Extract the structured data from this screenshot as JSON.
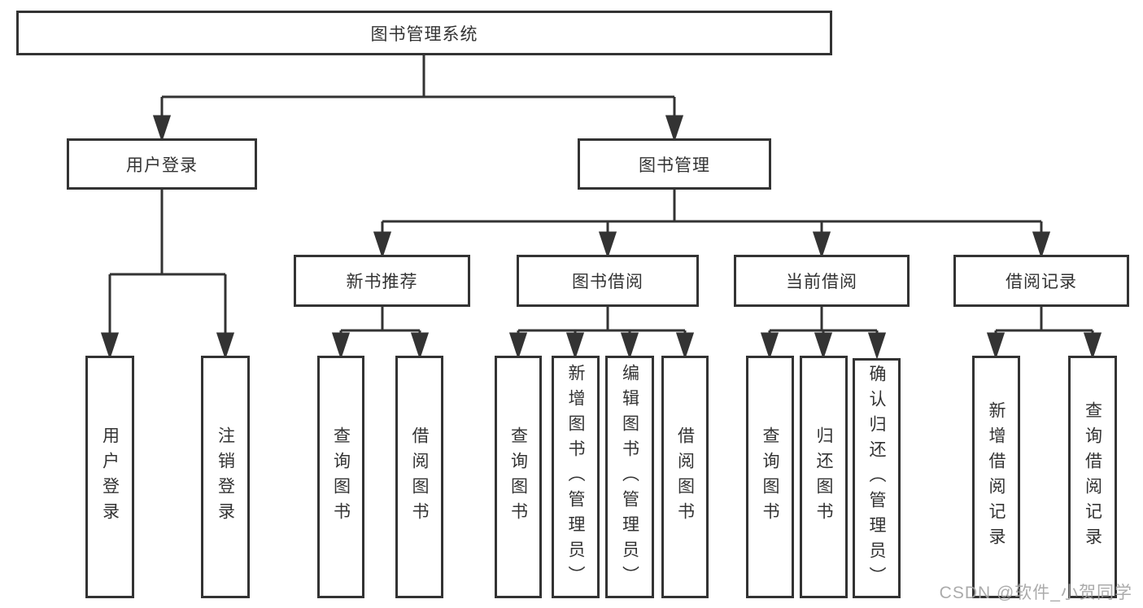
{
  "tree": {
    "label": "图书管理系统",
    "children": [
      {
        "label": "用户登录",
        "children": [
          {
            "label": "用户登录"
          },
          {
            "label": "注销登录"
          }
        ]
      },
      {
        "label": "图书管理",
        "children": [
          {
            "label": "新书推荐",
            "children": [
              {
                "label": "查询图书"
              },
              {
                "label": "借阅图书"
              }
            ]
          },
          {
            "label": "图书借阅",
            "children": [
              {
                "label": "查询图书"
              },
              {
                "label": "新增图书（管理员）"
              },
              {
                "label": "编辑图书（管理员）"
              },
              {
                "label": "借阅图书"
              }
            ]
          },
          {
            "label": "当前借阅",
            "children": [
              {
                "label": "查询图书"
              },
              {
                "label": "归还图书"
              },
              {
                "label": "确认归还（管理员）"
              }
            ]
          },
          {
            "label": "借阅记录",
            "children": [
              {
                "label": "新增借阅记录"
              },
              {
                "label": "查询借阅记录"
              }
            ]
          }
        ]
      }
    ]
  },
  "watermark": {
    "text": "CSDN @软件_小贺同学"
  },
  "colors": {
    "line": "#333333",
    "text": "#333333",
    "box_background": "#ffffff",
    "watermark": "#a2a2a2",
    "background": "#ffffff"
  }
}
